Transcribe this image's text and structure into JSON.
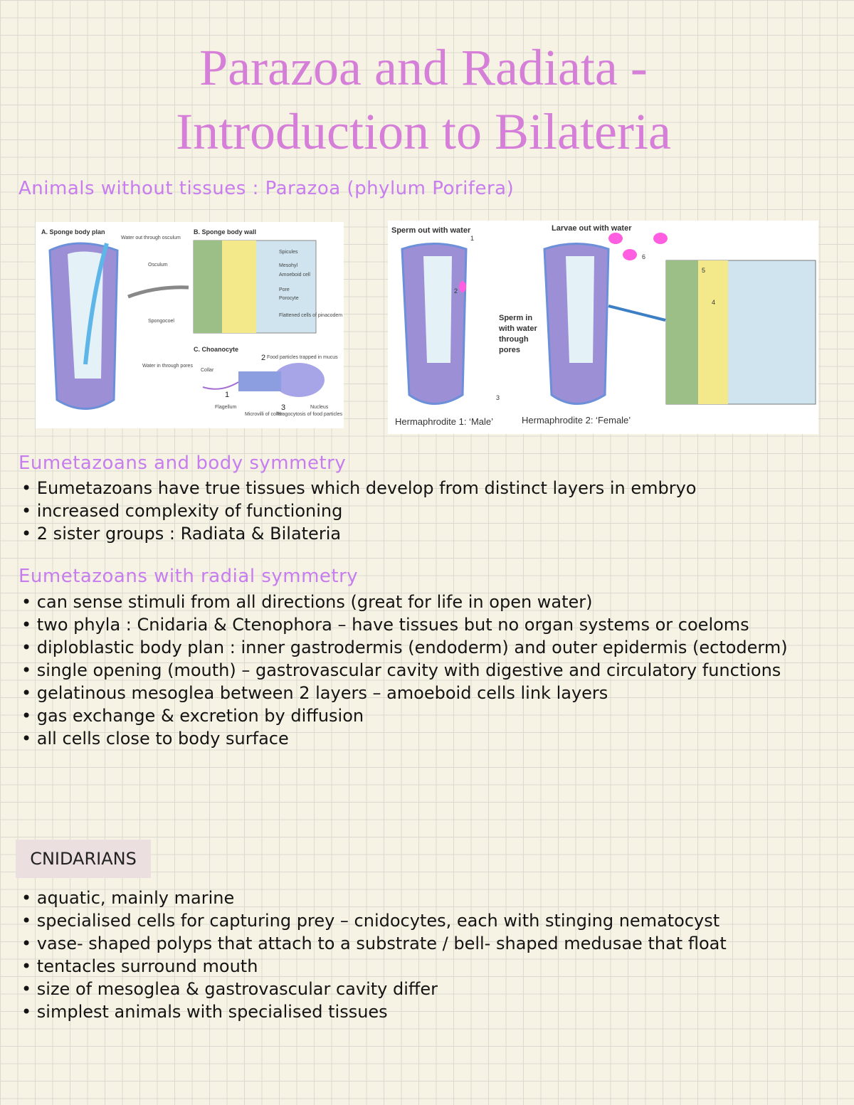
{
  "title": {
    "line1": "Parazoa and Radiata -",
    "line2": "Introduction to Bilateria"
  },
  "section1": {
    "heading": "Animals without tissues : Parazoa (phylum Porifera)"
  },
  "figure1": {
    "label_a": "A. Sponge body plan",
    "water_out": "Water out through osculum",
    "osculum": "Osculum",
    "spongocoel": "Spongocoel",
    "water_in": "Water in through pores",
    "label_b": "B. Sponge body wall",
    "spicules": "Spicules",
    "mesohyl": "Mesohyl",
    "amoeboid": "Amoeboid cell",
    "pore": "Pore",
    "porocyte": "Porocyte",
    "flattened": "Flattened cells of pinacodem",
    "label_c": "C. Choanocyte",
    "food": "Food particles trapped in mucus",
    "collar": "Collar",
    "flagellum": "Flagellum",
    "microvilli": "Microvilli of collar",
    "phago": "Phagocytosis of food particles",
    "nucleus": "Nucleus",
    "n1": "1",
    "n2": "2",
    "n3": "3"
  },
  "figure2": {
    "sperm_out": "Sperm out with water",
    "larvae_out": "Larvae out with water",
    "sperm_in": "Sperm in with water through pores",
    "herm1": "Hermaphrodite 1: ‘Male’",
    "herm2": "Hermaphrodite 2: ‘Female’",
    "n1": "1",
    "n2": "2",
    "n3": "3",
    "n4": "4",
    "n5": "5",
    "n6": "6"
  },
  "section2": {
    "heading": "Eumetazoans and body symmetry",
    "items": [
      "• Eumetazoans have true tissues which develop from distinct layers in embryo",
      "• increased complexity of functioning",
      "• 2 sister groups : Radiata & Bilateria"
    ]
  },
  "section3": {
    "heading": "Eumetazoans with radial symmetry",
    "items": [
      "• can sense stimuli from all directions (great for life in open water)",
      "• two phyla : Cnidaria & Ctenophora – have tissues but no organ systems or coeloms",
      "• diploblastic body plan : inner gastrodermis (endoderm) and outer epidermis (ectoderm)",
      "• single opening (mouth) – gastrovascular cavity with digestive and circulatory functions",
      "• gelatinous mesoglea between 2 layers – amoeboid cells link layers",
      "• gas exchange & excretion by diffusion",
      "• all cells close to body surface"
    ]
  },
  "section4": {
    "heading": "CNIDARIANS",
    "items": [
      "• aquatic, mainly marine",
      "• specialised cells for capturing prey – cnidocytes, each with stinging nematocyst",
      "• vase- shaped polyps that attach to a substrate / bell- shaped medusae that float",
      "• tentacles surround mouth",
      "• size of mesoglea & gastrovascular cavity differ",
      "• simplest animals with specialised tissues"
    ]
  },
  "colors": {
    "title": "#d57fd8",
    "heading": "#c77dee",
    "highlight": "#ecdfdf"
  }
}
